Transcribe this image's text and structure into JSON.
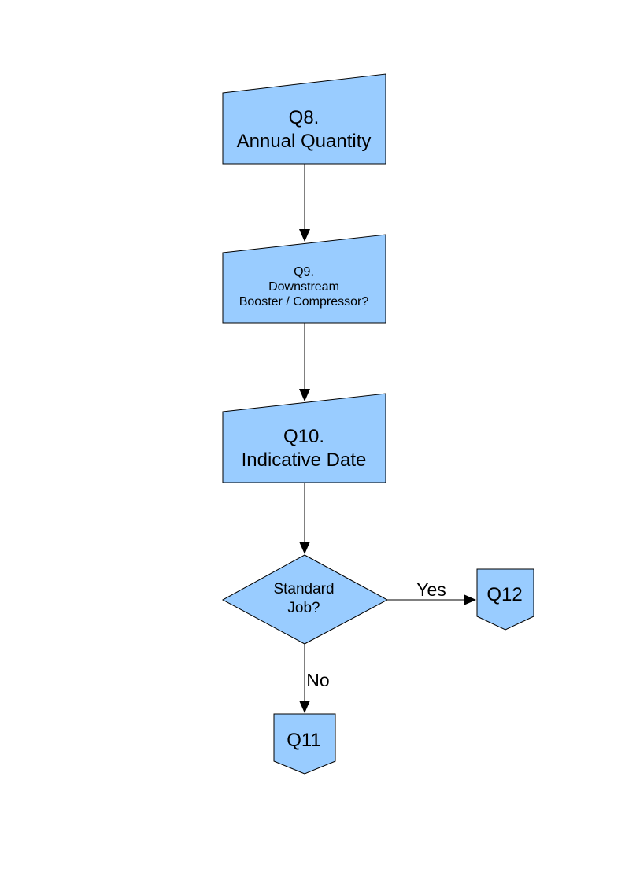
{
  "diagram": {
    "style": {
      "node_fill": "#99CCFF",
      "node_stroke": "#000000",
      "text_color": "#000000",
      "background": "#FFFFFF"
    },
    "nodes": {
      "q8": {
        "shape": "manual-input",
        "lines": [
          "Q8.",
          "Annual Quantity"
        ]
      },
      "q9": {
        "shape": "manual-input",
        "lines": [
          "Q9.",
          "Downstream",
          "Booster / Compressor?"
        ]
      },
      "q10": {
        "shape": "manual-input",
        "lines": [
          "Q10.",
          "Indicative Date"
        ]
      },
      "standard_job": {
        "shape": "decision",
        "lines": [
          "Standard",
          "Job?"
        ]
      },
      "q12": {
        "shape": "off-page-connector",
        "lines": [
          "Q12"
        ]
      },
      "q11": {
        "shape": "off-page-connector",
        "lines": [
          "Q11"
        ]
      }
    },
    "edges": [
      {
        "from": "q8",
        "to": "q9",
        "label": ""
      },
      {
        "from": "q9",
        "to": "q10",
        "label": ""
      },
      {
        "from": "q10",
        "to": "standard_job",
        "label": ""
      },
      {
        "from": "standard_job",
        "to": "q12",
        "label": "Yes"
      },
      {
        "from": "standard_job",
        "to": "q11",
        "label": "No"
      }
    ]
  }
}
